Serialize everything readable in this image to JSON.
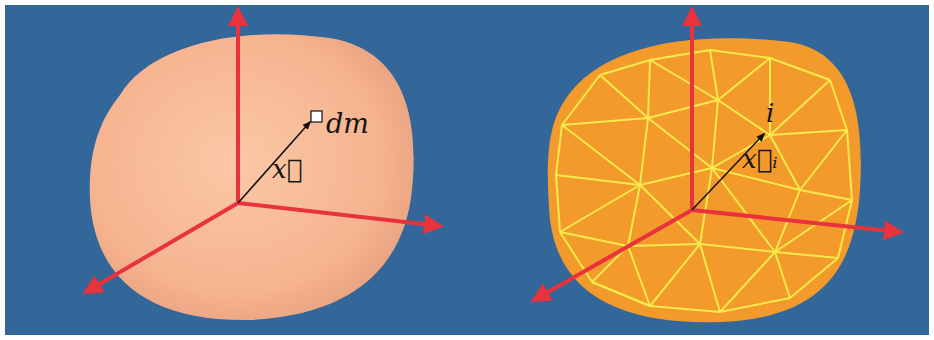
{
  "diagram": {
    "labels": [
      "dm",
      "x⃗",
      "i",
      "x⃗ᵢ"
    ]
  }
}
